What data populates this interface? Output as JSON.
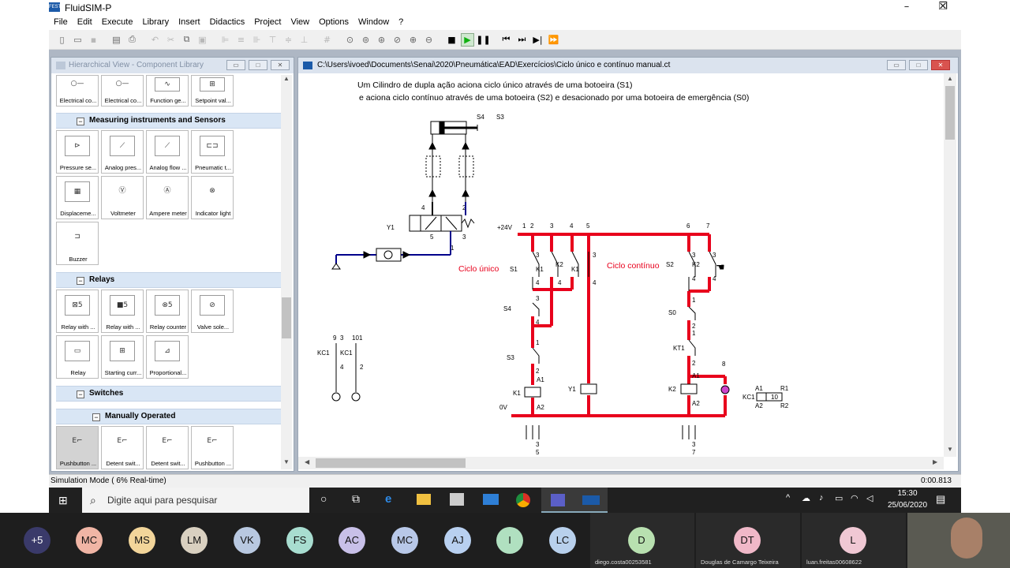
{
  "app": {
    "title": "FluidSIM-P",
    "logo_text": "FESTO",
    "menu": [
      "File",
      "Edit",
      "Execute",
      "Library",
      "Insert",
      "Didactics",
      "Project",
      "View",
      "Options",
      "Window",
      "?"
    ]
  },
  "library": {
    "title": "Hierarchical View - Component Library",
    "top_row": [
      "Electrical co...",
      "Electrical co...",
      "Function ge...",
      "Setpoint val..."
    ],
    "groups": [
      {
        "name": "Measuring instruments and Sensors",
        "items": [
          "Pressure se...",
          "Analog pres...",
          "Analog flow ...",
          "Pneumatic t...",
          "Displaceme...",
          "Voltmeter",
          "Ampere meter",
          "Indicator light",
          "Buzzer"
        ]
      },
      {
        "name": "Relays",
        "items": [
          "Relay with ...",
          "Relay with ...",
          "Relay counter",
          "Valve sole...",
          "Relay",
          "Starting curr...",
          "Proportional..."
        ]
      },
      {
        "name": "Switches",
        "items": []
      },
      {
        "name": "Manually Operated",
        "items": [
          "Pushbutton ...",
          "Detent swit...",
          "Detent swit...",
          "Pushbutton ..."
        ]
      }
    ]
  },
  "circuit": {
    "path": "C:\\Users\\ivoed\\Documents\\Senai\\2020\\Pneumática\\EAD\\Exercícios\\Ciclo único e contínuo manual.ct",
    "description_line1": "Um Cilindro de dupla ação aciona ciclo único através de uma botoeira (S1)",
    "description_line2": "e aciona ciclo contínuo através de uma botoeira (S2) e desacionado por uma botoeira de emergência (S0)",
    "label_ciclo_unico": "Ciclo  único",
    "label_ciclo_continuo": "Ciclo  contínuo",
    "supply_pos": "+24V",
    "supply_neg": "0V",
    "colors": {
      "active": "#e8001c",
      "pressure": "#00008b",
      "lamp": "#cc44cc"
    }
  },
  "status": {
    "mode": "Simulation Mode ( 6% Real-time)",
    "time": "0:00.813"
  },
  "taskbar": {
    "search_placeholder": "Digite aqui para pesquisar",
    "clock": "15:30",
    "date": "25/06/2020"
  },
  "participants": [
    {
      "initials": "+5",
      "color": "#3a3a6a"
    },
    {
      "initials": "MC",
      "color": "#f0b5a5"
    },
    {
      "initials": "MS",
      "color": "#f2d59a"
    },
    {
      "initials": "LM",
      "color": "#d9d0c0"
    },
    {
      "initials": "VK",
      "color": "#b8c8e0"
    },
    {
      "initials": "FS",
      "color": "#a8ddd0"
    },
    {
      "initials": "AC",
      "color": "#c8c0e8"
    },
    {
      "initials": "MC",
      "color": "#b8c8e8"
    },
    {
      "initials": "AJ",
      "color": "#b8d0f0"
    },
    {
      "initials": "I",
      "color": "#b0e0c0"
    },
    {
      "initials": "LC",
      "color": "#b8d0ec"
    }
  ],
  "tiles": [
    {
      "initials": "D",
      "name": "diego.costa00253581",
      "color": "#b8e0b0"
    },
    {
      "initials": "DT",
      "name": "Douglas de Camargo Teixeira",
      "color": "#f0b8c8"
    },
    {
      "initials": "L",
      "name": "luan.freitas00608622",
      "color": "#f0c8d4"
    }
  ]
}
